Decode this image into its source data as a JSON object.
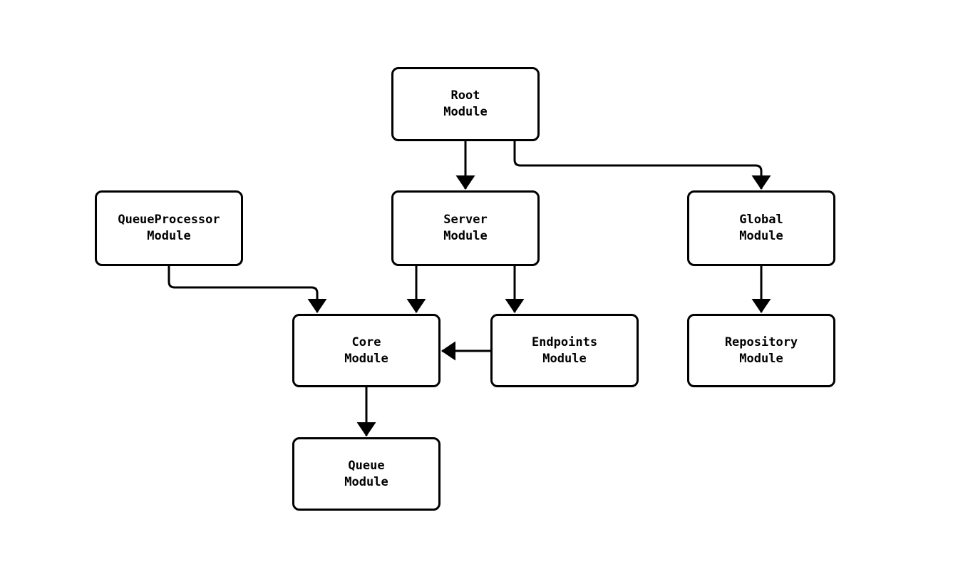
{
  "diagram": {
    "type": "module-dependency-graph",
    "colors": {
      "background": "#ffffff",
      "node_fill": "#ffffff",
      "node_border": "#000000",
      "text": "#000000",
      "arrow": "#000000"
    },
    "nodes": [
      {
        "id": "root-module",
        "line1": "Root",
        "line2": "Module"
      },
      {
        "id": "queueprocessor-module",
        "line1": "QueueProcessor",
        "line2": "Module"
      },
      {
        "id": "server-module",
        "line1": "Server",
        "line2": "Module"
      },
      {
        "id": "global-module",
        "line1": "Global",
        "line2": "Module"
      },
      {
        "id": "core-module",
        "line1": "Core",
        "line2": "Module"
      },
      {
        "id": "endpoints-module",
        "line1": "Endpoints",
        "line2": "Module"
      },
      {
        "id": "repository-module",
        "line1": "Repository",
        "line2": "Module"
      },
      {
        "id": "queue-module",
        "line1": "Queue",
        "line2": "Module"
      }
    ],
    "edges": [
      {
        "from": "Root Module",
        "to": "Server Module"
      },
      {
        "from": "Root Module",
        "to": "Global Module"
      },
      {
        "from": "QueueProcessor Module",
        "to": "Core Module"
      },
      {
        "from": "Server Module",
        "to": "Core Module"
      },
      {
        "from": "Server Module",
        "to": "Endpoints Module"
      },
      {
        "from": "Endpoints Module",
        "to": "Core Module"
      },
      {
        "from": "Global Module",
        "to": "Repository Module"
      },
      {
        "from": "Core Module",
        "to": "Queue Module"
      }
    ]
  }
}
